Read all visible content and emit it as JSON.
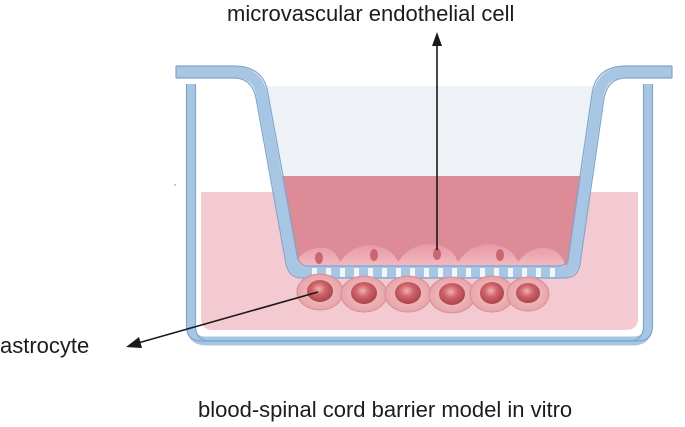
{
  "labels": {
    "endothelial": "microvascular endothelial cell",
    "astrocyte": "astrocyte",
    "caption": "blood-spinal cord barrier model in vitro"
  },
  "colors": {
    "well_outline": "#9dbfdd",
    "well_fill": "#c5daed",
    "outer_medium": "#f3c9d1",
    "insert_medium": "#de8a97",
    "insert_air": "#eef1f5",
    "cell_body": "#c85458",
    "cell_halo": "#e9a8ab",
    "arrow": "#1a1a1a"
  }
}
